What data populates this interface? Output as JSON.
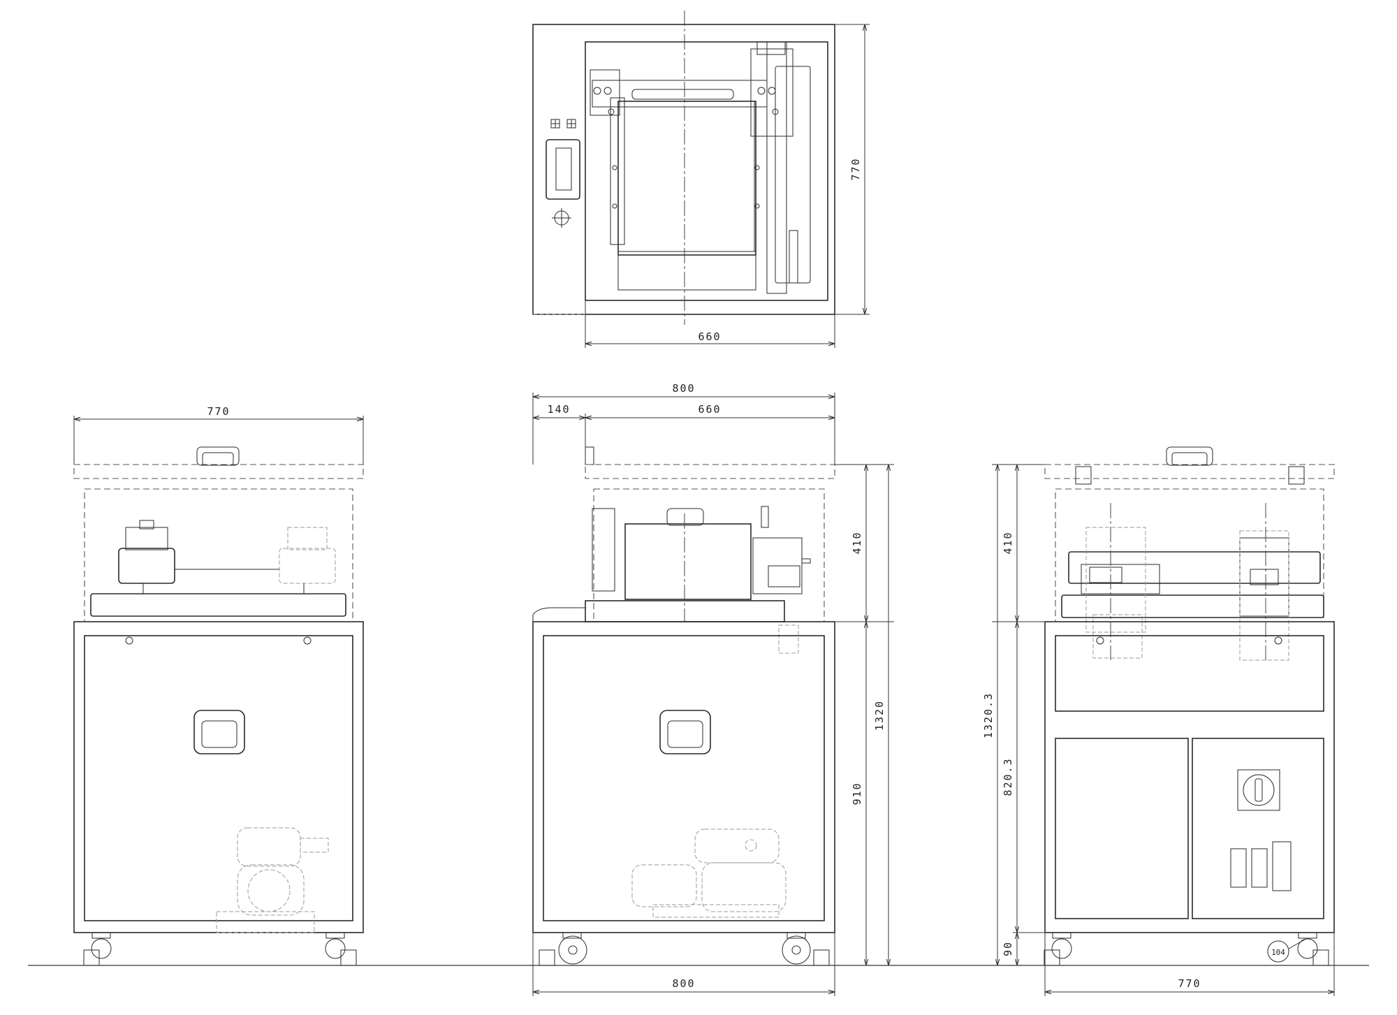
{
  "views": {
    "top": {
      "dim_depth": "770",
      "dim_width": "660"
    },
    "left": {
      "dim_depth": "770"
    },
    "front": {
      "dim_overall_width": "800",
      "dim_left_offset": "140",
      "dim_inner_width": "660",
      "dim_upper_height": "410",
      "dim_total_height": "1320",
      "dim_lower_height": "910",
      "dim_bottom_width": "800"
    },
    "right": {
      "dim_upper_height": "410",
      "dim_total_height": "1320.3",
      "dim_lower_height": "820.3",
      "dim_caster_height": "90",
      "dim_bottom_width": "770",
      "balloon": "104"
    }
  }
}
